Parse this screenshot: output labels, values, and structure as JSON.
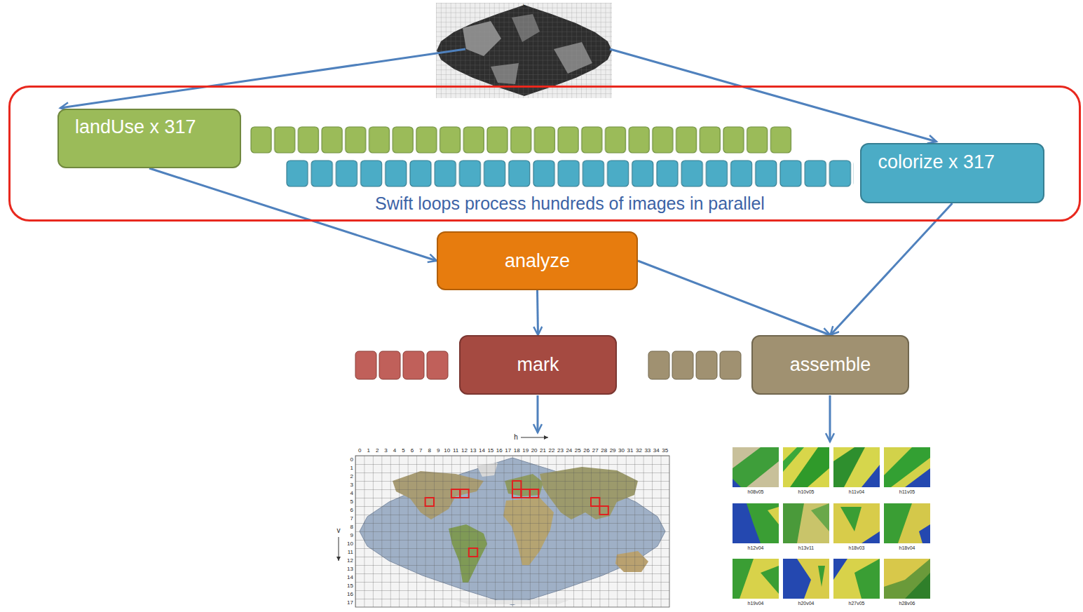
{
  "diagram": {
    "nodes": [
      {
        "text": [
          "Swift loops process hundreds of images in parallel"
        ]
      },
      {
        "text": [
          "landUse x 317"
        ],
        "in": 0
      },
      {
        "text": [
          "colorize x 317"
        ],
        "in": 0
      },
      {
        "text": [
          "analyze"
        ]
      },
      {
        "text": [
          "mark"
        ]
      },
      {
        "text": [
          "assemble"
        ]
      }
    ],
    "edges": [
      {
        "from": 1,
        "to": 3,
        "arrow": "to"
      },
      {
        "from": 2,
        "to": 5,
        "arrow": "to"
      },
      {
        "from": 3,
        "to": 4,
        "arrow": "to"
      },
      {
        "from": 3,
        "to": 5,
        "arrow": "to"
      }
    ],
    "labels": [
      "h",
      "h",
      "v",
      "0",
      "1",
      "2",
      "3",
      "4",
      "5",
      "6",
      "7",
      "8",
      "9",
      "10",
      "11",
      "12",
      "13",
      "14",
      "15",
      "16",
      "17",
      "18",
      "19",
      "20",
      "21",
      "22",
      "23",
      "24",
      "25",
      "26",
      "27",
      "28",
      "29",
      "30",
      "31",
      "32",
      "33",
      "34",
      "35",
      "0",
      "1",
      "2",
      "3",
      "4",
      "5",
      "6",
      "7",
      "8",
      "9",
      "10",
      "11",
      "12",
      "13",
      "14",
      "15",
      "16",
      "17",
      "h08v05",
      "h10v05",
      "h11v04",
      "h11v05",
      "h12v04",
      "h13v11",
      "h18v03",
      "h18v04",
      "h19v04",
      "h20v04",
      "h27v05",
      "h28v06"
    ]
  }
}
